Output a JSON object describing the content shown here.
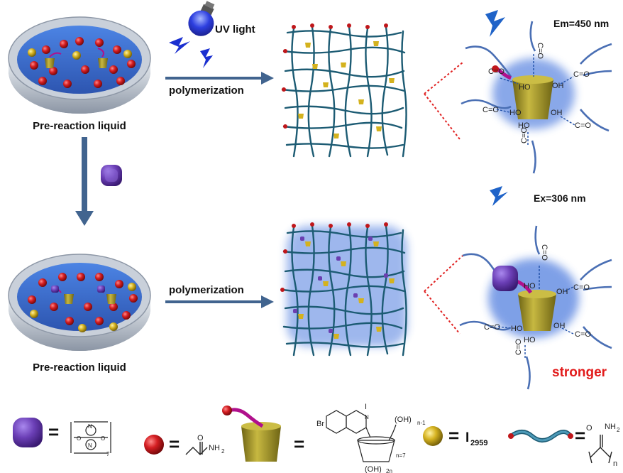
{
  "labels": {
    "pre_reaction_top": "Pre-reaction liquid",
    "pre_reaction_bottom": "Pre-reaction liquid",
    "uv_light": "UV light",
    "polymerization_top": "polymerization",
    "polymerization_bottom": "polymerization",
    "emission": "Em=450 nm",
    "excitation": "Ex=306 nm",
    "stronger": "stronger"
  },
  "chem_groups": {
    "carbonyl": "C=O",
    "hydroxyl": "OH",
    "hydroxyl_rev": "HO"
  },
  "legend": {
    "equals": "=",
    "cb7_repeat": "7",
    "acrylamide_nh2": "NH",
    "acrylamide_sub2": "2",
    "acrylamide_o": "O",
    "guest_br": "Br",
    "guest_iodide": "I",
    "guest_oh_top": "(OH)",
    "guest_oh_top_sub": "n-1",
    "guest_n7": "n=7",
    "guest_oh_bottom": "(OH)",
    "guest_oh_bottom_sub": "2n",
    "initiator_base": "I",
    "initiator_sub": "2959",
    "pam_o": "O",
    "pam_nh2": "NH",
    "pam_sub2": "2",
    "pam_n": "n"
  },
  "colors": {
    "dish_liquid": "#3f6fd0",
    "dish_rim": "#b4bcc8",
    "monomer_red": "#c0171b",
    "initiator_gold": "#d4b21e",
    "cd_olive": "#a79a2d",
    "guest_magenta": "#b0108c",
    "cb7_purple": "#6a3fb0",
    "network_teal": "#1c5b73",
    "arrow_blue": "#41648f",
    "bolt_blue": "#1f63c8",
    "glow_blue": "#2b62d8",
    "stronger_red": "#e21b1b",
    "dotted_red": "#e02020"
  },
  "icons": [
    "uv-bulb-icon",
    "lightning-bolt-icon",
    "cucurbituril-icon",
    "cyclodextrin-icon"
  ]
}
